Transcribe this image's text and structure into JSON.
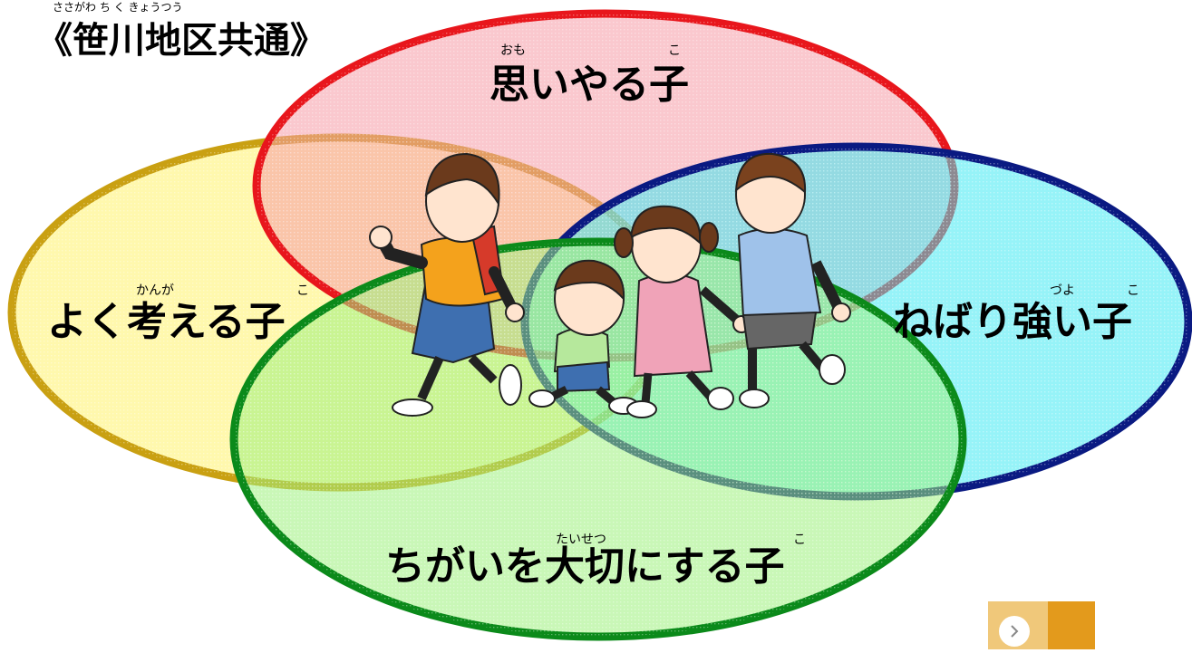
{
  "title": {
    "ruby": "ささがわ ち く きょうつう",
    "text": "《笹川地区共通》"
  },
  "circles": [
    {
      "label": "思いやる子",
      "ruby": [
        {
          "text": "おも"
        },
        {
          "text": "こ"
        }
      ],
      "stroke": "#e8161c",
      "fill": "#f59aa6"
    },
    {
      "label": "よく考える子",
      "ruby": [
        {
          "text": "かんが"
        },
        {
          "text": "こ"
        }
      ],
      "stroke": "#c9a012",
      "fill": "#fff36a"
    },
    {
      "label": "ねばり強い子",
      "ruby": [
        {
          "text": "づよ"
        },
        {
          "text": "こ"
        }
      ],
      "stroke": "#0a1a82",
      "fill": "#3fe9f2"
    },
    {
      "label": "ちがいを大切にする子",
      "ruby": [
        {
          "text": "たいせつ"
        },
        {
          "text": "こ"
        }
      ],
      "stroke": "#0b8a1a",
      "fill": "#9df07c"
    }
  ],
  "illustration": {
    "icon": "walking-children-illustration"
  },
  "nav": {
    "next_icon": "chevron-right-icon"
  }
}
